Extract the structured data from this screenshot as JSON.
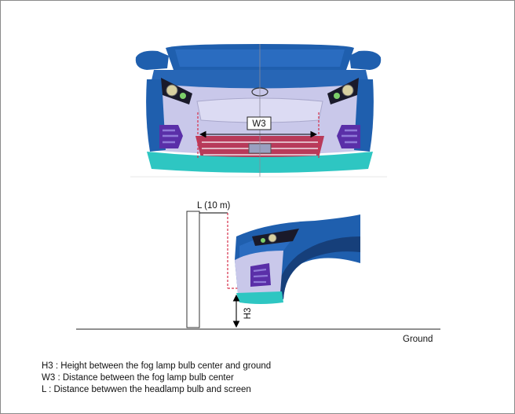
{
  "labels": {
    "w3": "W3",
    "l_distance": "L (10 m)",
    "h3": "H3",
    "ground": "Ground"
  },
  "legend": [
    "H3 : Height between the fog lamp bulb center and ground",
    "W3 : Distance between the fog lamp bulb center",
    "L : Distance betwwen the headlamp bulb and screen"
  ],
  "colors": {
    "body_blue": "#1f5fae",
    "dark_blue": "#163f7a",
    "bumper_lavender": "#c9c8ea",
    "fog_purple": "#5a2fa8",
    "skirt_teal": "#2ec6c2",
    "grille_red": "#b83a5a",
    "dimension_red": "#d6304a"
  }
}
